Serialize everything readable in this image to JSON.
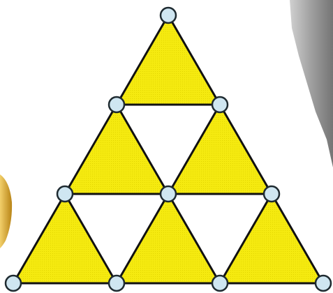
{
  "diagram": {
    "colors": {
      "triangle_fill": "#f5ea10",
      "edge": "#111111",
      "node_fill": "#cfe6f1",
      "node_stroke": "#1e2a30",
      "background": "#ffffff",
      "photo_right": "#9a9a9a",
      "photo_left": "#d6a428"
    },
    "rows": 3,
    "node_count": 10,
    "filled_triangle_count": 6,
    "triangles": [
      {
        "id": "t-top",
        "row": 0,
        "col": 0
      },
      {
        "id": "t-mid-left",
        "row": 1,
        "col": 0
      },
      {
        "id": "t-mid-right",
        "row": 1,
        "col": 1
      },
      {
        "id": "t-bot-left",
        "row": 2,
        "col": 0
      },
      {
        "id": "t-bot-center",
        "row": 2,
        "col": 1
      },
      {
        "id": "t-bot-right",
        "row": 2,
        "col": 2
      }
    ],
    "nodes": [
      {
        "id": "n-top",
        "row": 0,
        "col": 0
      },
      {
        "id": "n-r1-left",
        "row": 1,
        "col": 0
      },
      {
        "id": "n-r1-right",
        "row": 1,
        "col": 1
      },
      {
        "id": "n-r2-left",
        "row": 2,
        "col": 0
      },
      {
        "id": "n-r2-center",
        "row": 2,
        "col": 1
      },
      {
        "id": "n-r2-right",
        "row": 2,
        "col": 2
      },
      {
        "id": "n-r3-1",
        "row": 3,
        "col": 0
      },
      {
        "id": "n-r3-2",
        "row": 3,
        "col": 1
      },
      {
        "id": "n-r3-3",
        "row": 3,
        "col": 2
      },
      {
        "id": "n-r3-4",
        "row": 3,
        "col": 3
      }
    ]
  }
}
